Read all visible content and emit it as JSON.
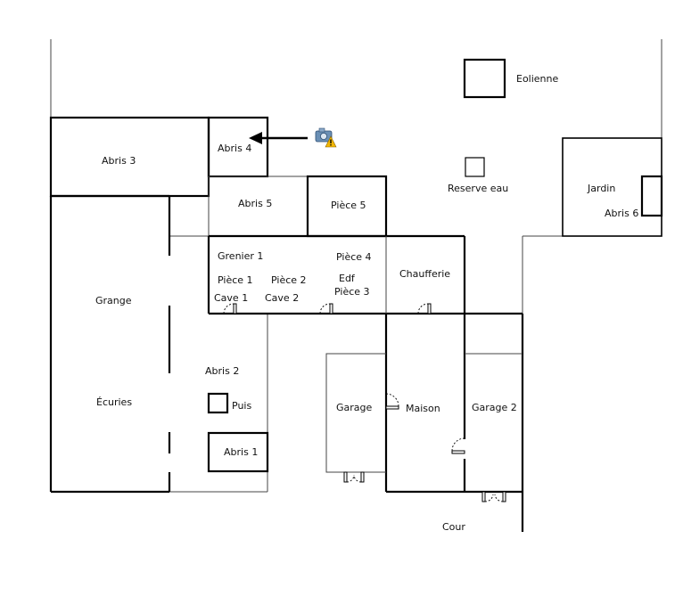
{
  "labels": {
    "eolienne": "Eolienne",
    "abris3": "Abris 3",
    "abris4": "Abris 4",
    "reserve_eau": "Reserve eau",
    "jardin": "Jardin",
    "abris6": "Abris 6",
    "abris5": "Abris 5",
    "piece5": "Pièce 5",
    "grenier1": "Grenier 1",
    "piece4": "Pièce 4",
    "piece1": "Pièce 1",
    "piece2": "Pièce 2",
    "edf": "Edf",
    "chaufferie": "Chaufferie",
    "cave1": "Cave 1",
    "cave2": "Cave 2",
    "piece3": "Pièce 3",
    "grange": "Grange",
    "abris2": "Abris 2",
    "ecuries": "Écuries",
    "puis": "Puis",
    "garage": "Garage",
    "maison": "Maison",
    "garage2": "Garage 2",
    "abris1": "Abris 1",
    "cour": "Cour"
  },
  "icons": {
    "camera": "camera-warning-icon",
    "arrow": "arrow-left-icon"
  },
  "colors": {
    "wall": "#000000",
    "boundary": "#444444",
    "camera_body": "#6a8fb5",
    "warning": "#f2b705"
  }
}
